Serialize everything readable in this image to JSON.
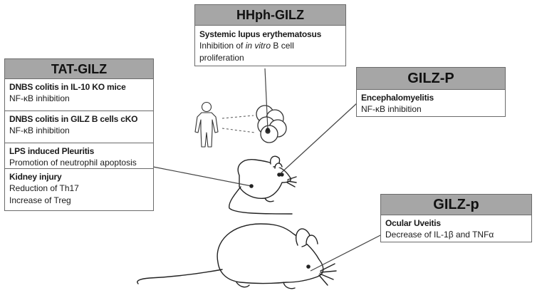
{
  "hhph": {
    "title": "HHph-GILZ",
    "entries": [
      {
        "heading": "Systemic lupus erythematosus",
        "line1_pre": "Inhibition of ",
        "line1_em": "in vitro",
        "line1_post": " B cell",
        "line2": "proliferation"
      }
    ]
  },
  "tat": {
    "title": "TAT-GILZ",
    "entries": [
      {
        "heading": "DNBS colitis in IL-10 KO mice",
        "lines": [
          "NF-κB inhibition"
        ]
      },
      {
        "heading": "DNBS colitis in GILZ B cells cKO",
        "lines": [
          "NF-κB inhibition"
        ]
      },
      {
        "heading": "LPS induced Pleuritis",
        "lines": [
          "Promotion of neutrophil apoptosis"
        ]
      },
      {
        "heading": "Kidney injury",
        "lines": [
          "Reduction of Th17",
          "Increase of Treg"
        ]
      }
    ]
  },
  "gilzP": {
    "title": "GILZ-P",
    "entries": [
      {
        "heading": "Encephalomyelitis",
        "lines": [
          "NF-κB inhibition"
        ]
      }
    ]
  },
  "gilzp": {
    "title": "GILZ-p",
    "entries": [
      {
        "heading": "Ocular Uveitis",
        "lines": [
          "Decrease of IL-1β and TNFα"
        ]
      }
    ]
  },
  "colors": {
    "header_fill": "#a6a6a6",
    "border": "#6b6b6b",
    "line": "#444444"
  }
}
